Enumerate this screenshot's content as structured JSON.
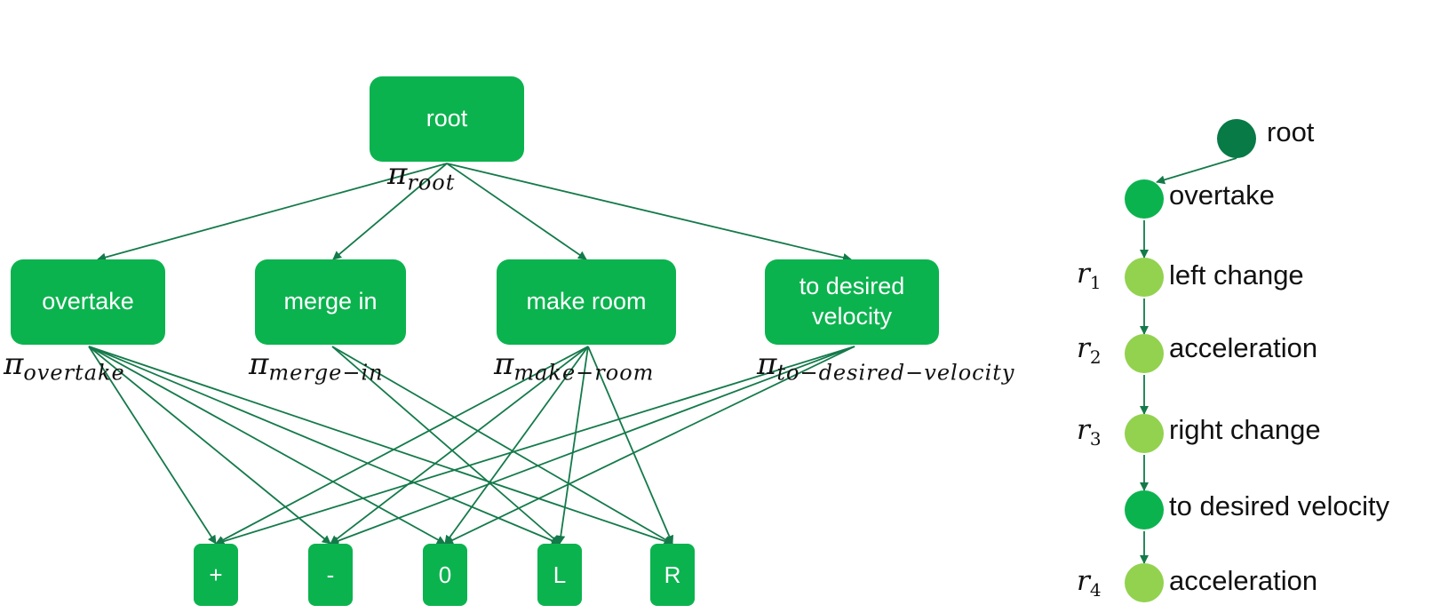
{
  "hierarchy": {
    "root": {
      "label": "root",
      "policy": {
        "symbol": "π",
        "subscript": "root"
      }
    },
    "options": [
      {
        "label": "overtake",
        "policy": {
          "symbol": "π",
          "subscript": "overtake"
        }
      },
      {
        "label": "merge in",
        "policy": {
          "symbol": "π",
          "subscript": "merge−in"
        }
      },
      {
        "label": "make room",
        "policy": {
          "symbol": "π",
          "subscript": "make−room"
        }
      },
      {
        "label": "to desired velocity",
        "policy": {
          "symbol": "π",
          "subscript": "to−desired−velocity"
        }
      }
    ],
    "actions": [
      "+",
      "-",
      "0",
      "L",
      "R"
    ]
  },
  "sequence": {
    "items": [
      {
        "label": "root",
        "reward": "",
        "reward_sub": "",
        "color": "#077a45"
      },
      {
        "label": "overtake",
        "reward": "",
        "reward_sub": "",
        "color": "#0bb34e"
      },
      {
        "label": "left change",
        "reward": "r",
        "reward_sub": "1",
        "color": "#92d24f"
      },
      {
        "label": "acceleration",
        "reward": "r",
        "reward_sub": "2",
        "color": "#92d24f"
      },
      {
        "label": "right change",
        "reward": "r",
        "reward_sub": "3",
        "color": "#92d24f"
      },
      {
        "label": "to desired velocity",
        "reward": "",
        "reward_sub": "",
        "color": "#0bb34e"
      },
      {
        "label": "acceleration",
        "reward": "r",
        "reward_sub": "4",
        "color": "#92d24f"
      }
    ]
  },
  "colors": {
    "node": "#0bb34e",
    "edge": "#147a4a",
    "root_dot": "#077a45",
    "primitive_dot": "#92d24f"
  }
}
